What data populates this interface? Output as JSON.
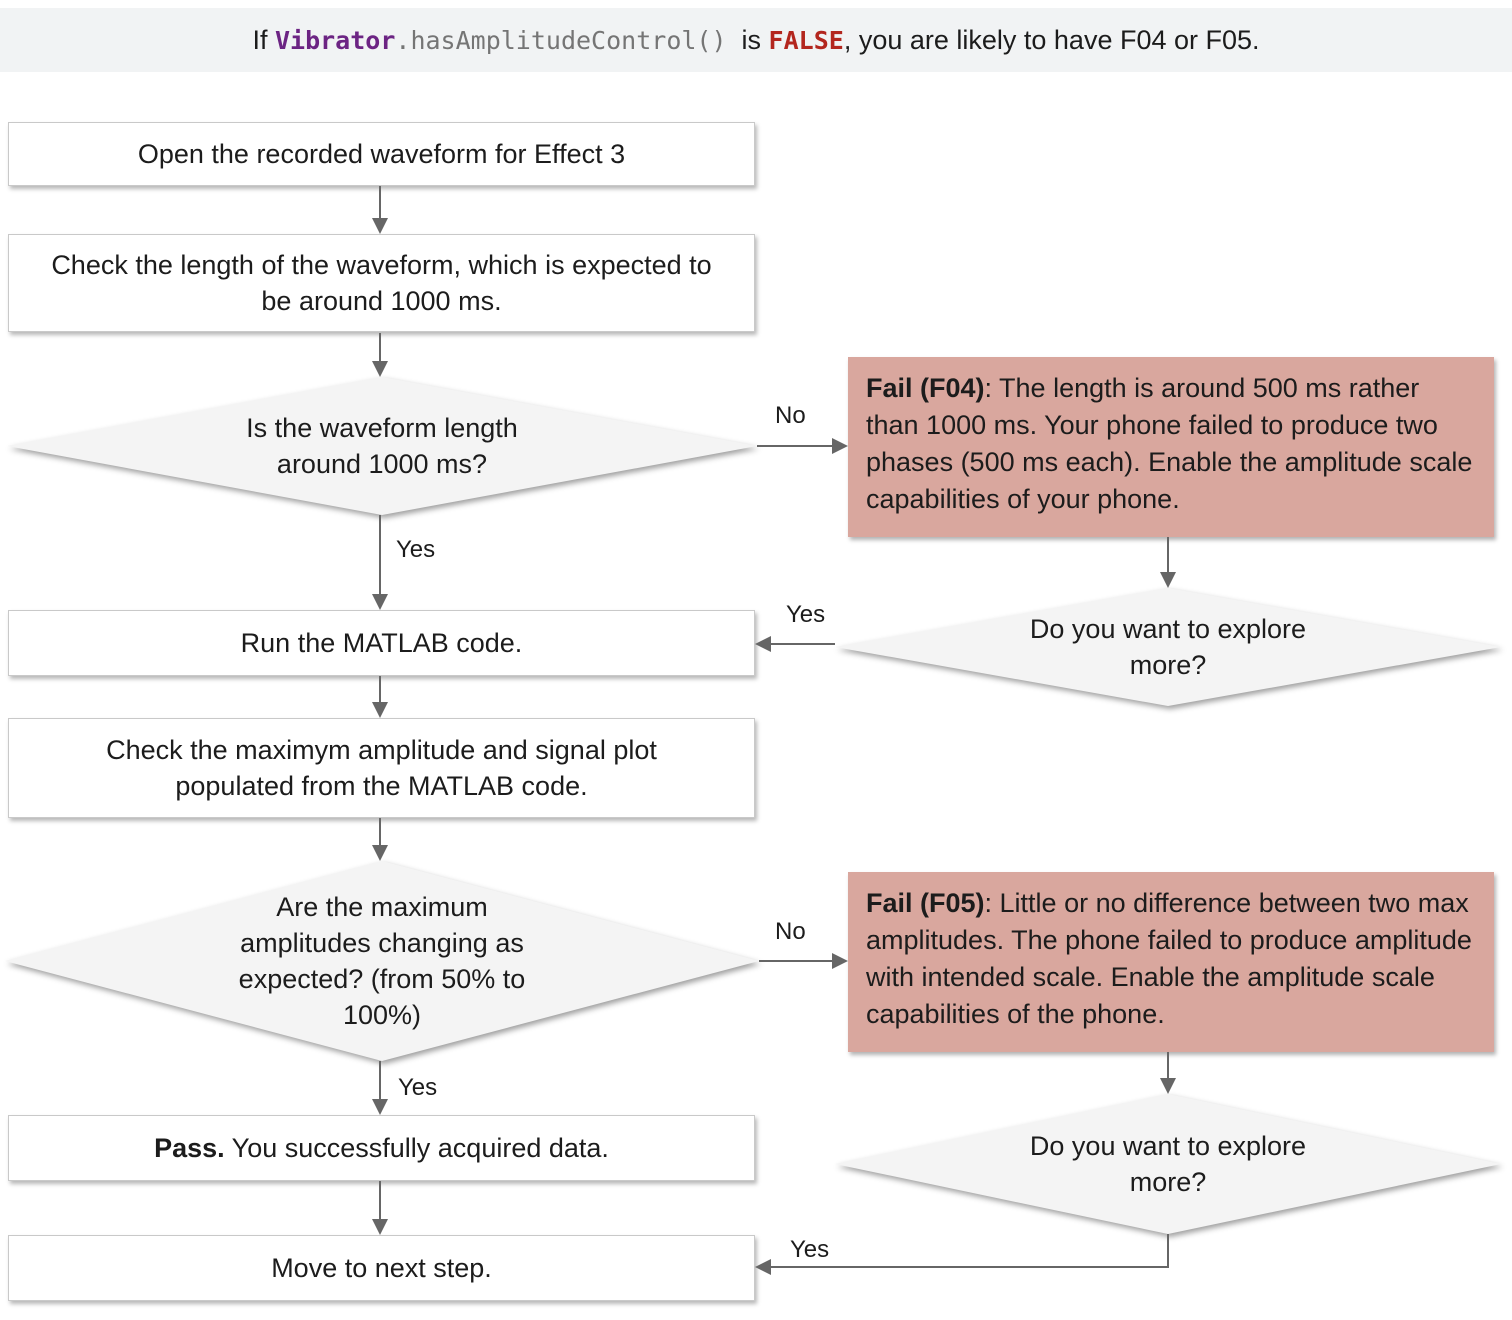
{
  "banner": {
    "text_before_code": "If ",
    "code_object": "Vibrator",
    "code_member": ".hasAmplitudeControl()",
    "text_between": "  is ",
    "keyword_false": "FALSE",
    "text_after": ", you are likely to have F04 or F05."
  },
  "flow": {
    "step_open": "Open the recorded waveform for Effect 3",
    "step_check_length": "Check the length of the waveform, which is expected to be around 1000 ms.",
    "decision_length": "Is the waveform length around 1000 ms?",
    "step_run_matlab": "Run the MATLAB code.",
    "step_check_amplitude": "Check the maximym amplitude and signal plot populated from the MATLAB code.",
    "decision_amplitude": "Are the maximum amplitudes changing as expected? (from 50% to 100%)",
    "step_pass_bold": "Pass.",
    "step_pass_rest": " You successfully acquired data.",
    "step_move_next": "Move to next step.",
    "fail_f04_bold": "Fail (F04)",
    "fail_f04_rest": ": The length is around 500 ms rather than 1000 ms. Your phone failed to produce two phases (500 ms each). Enable the amplitude scale capabilities of your phone.",
    "fail_f05_bold": "Fail (F05)",
    "fail_f05_rest": ": Little or no difference between two max amplitudes. The phone failed to produce amplitude with intended scale. Enable the amplitude scale capabilities of the phone.",
    "decision_explore_1": "Do you want to explore more?",
    "decision_explore_2": "Do you want to explore more?"
  },
  "labels": {
    "yes_length": "Yes",
    "no_length": "No",
    "yes_amplitude": "Yes",
    "no_amplitude": "No",
    "yes_explore_1": "Yes",
    "yes_explore_2": "Yes"
  },
  "colors": {
    "banner_fill": "#f1f3f4",
    "box_fill": "#ffffff",
    "box_border": "#c9c9c9",
    "decision_fill": "#f4f4f4",
    "fail_fill": "#d9a79e",
    "code_purple": "#6c2483",
    "keyword_red": "#b3261e",
    "arrow_gray": "#666666",
    "text_color": "#1c1c1c"
  }
}
